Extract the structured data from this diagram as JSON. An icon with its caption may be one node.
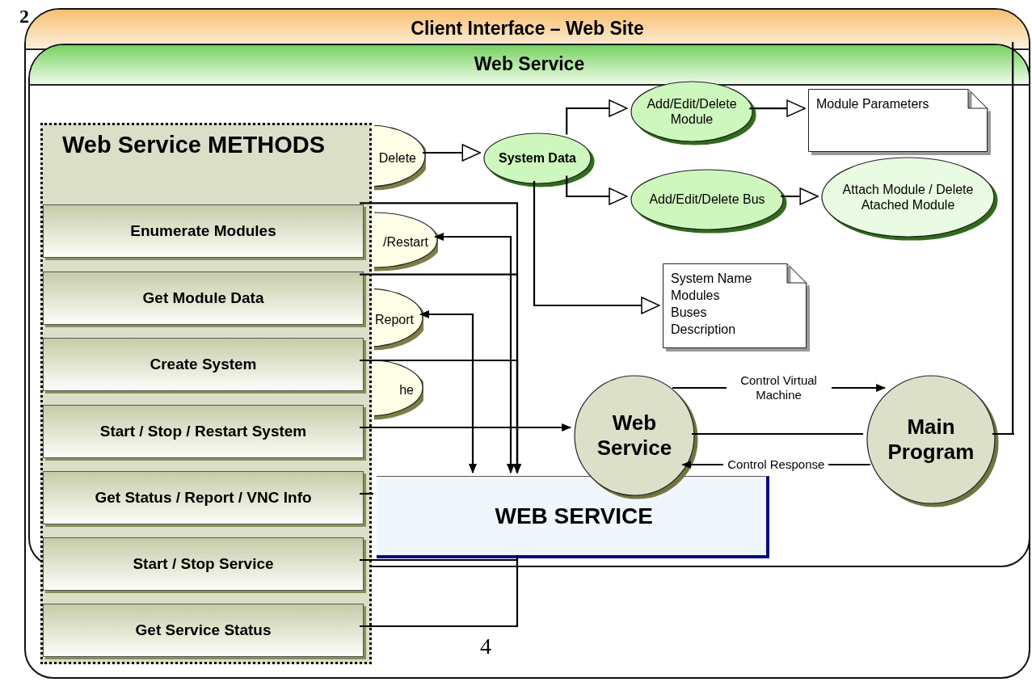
{
  "diagram": {
    "nodes": [
      {
        "text": [
          "Client Interface – Web Site"
        ]
      },
      {
        "text": [
          "Web Service"
        ],
        "in": 0
      },
      {
        "text": [
          "Delete"
        ],
        "in": 1
      },
      {
        "text": [
          "/Restart"
        ],
        "in": 1
      },
      {
        "text": [
          "Report"
        ],
        "in": 1
      },
      {
        "text": [
          "he"
        ],
        "in": 1
      },
      {
        "text": [
          "System Data"
        ],
        "in": 1
      },
      {
        "text": [
          "Add/Edit/Delete Module"
        ],
        "in": 1
      },
      {
        "text": [
          "Module Parameters"
        ],
        "in": 1
      },
      {
        "text": [
          "Add/Edit/Delete Bus"
        ],
        "in": 1
      },
      {
        "text": [
          "Attach Module / Delete Atached Module"
        ],
        "in": 1
      },
      {
        "text": [
          "System Name",
          "Modules",
          "Buses",
          "Description"
        ],
        "in": 1
      },
      {
        "text": [
          "Web Service"
        ],
        "in": 1
      },
      {
        "text": [
          "Main Program"
        ],
        "in": 1
      },
      {
        "text": [
          "WEB SERVICE"
        ],
        "in": 1
      },
      {
        "text": [
          "Web Service METHODS"
        ],
        "in": 0
      },
      {
        "text": [
          "Enumerate Modules"
        ],
        "in": 15
      },
      {
        "text": [
          "Get Module Data"
        ],
        "in": 15
      },
      {
        "text": [
          "Create System"
        ],
        "in": 15
      },
      {
        "text": [
          "Start / Stop / Restart System"
        ],
        "in": 15
      },
      {
        "text": [
          "Get Status  / Report / VNC Info"
        ],
        "in": 15
      },
      {
        "text": [
          "Start / Stop Service"
        ],
        "in": 15
      },
      {
        "text": [
          "Get Service Status"
        ],
        "in": 15
      }
    ],
    "edges": [
      {
        "from": 2,
        "to": 6,
        "arrow": "to"
      },
      {
        "from": 6,
        "to": 7,
        "arrow": "to"
      },
      {
        "from": 7,
        "to": 8,
        "arrow": "to"
      },
      {
        "from": 6,
        "to": 9,
        "arrow": "to"
      },
      {
        "from": 9,
        "to": 10,
        "arrow": "to"
      },
      {
        "from": 6,
        "to": 11,
        "arrow": "to"
      },
      {
        "from": 12,
        "to": 13,
        "arrow": "to",
        "label": "Control Virtual Machine"
      },
      {
        "from": 13,
        "to": 12,
        "arrow": "to",
        "label": "Control Response"
      },
      {
        "from": 12,
        "to": 13,
        "arrow": "none"
      },
      {
        "from": 13,
        "to": 1,
        "arrow": "none"
      },
      {
        "from": 19,
        "to": 12,
        "arrow": "to"
      },
      {
        "from": 4,
        "to": 14,
        "arrow": "both"
      },
      {
        "from": 3,
        "to": 14,
        "arrow": "both"
      },
      {
        "from": 16,
        "to": 14,
        "arrow": "to"
      },
      {
        "from": 17,
        "to": 14,
        "arrow": "to"
      },
      {
        "from": 18,
        "to": 14,
        "arrow": "to"
      },
      {
        "from": 20,
        "to": 14,
        "arrow": "none"
      },
      {
        "from": 21,
        "to": 14,
        "arrow": "none"
      },
      {
        "from": 22,
        "to": 14,
        "arrow": "none"
      }
    ],
    "labels": [
      "2",
      "4"
    ]
  }
}
